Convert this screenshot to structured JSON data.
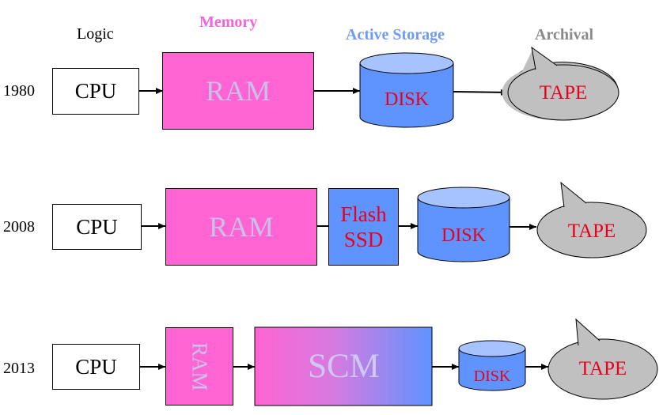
{
  "headers": {
    "logic": "Logic",
    "memory": "Memory",
    "active_storage": "Active Storage",
    "archival": "Archival"
  },
  "colors": {
    "memory_header": "#f464d8",
    "active_storage_header": "#6f9bf8",
    "archival_header": "#8a8a8a",
    "ram_fill": "#ff64d2",
    "storage_fill": "#5f94ff",
    "disk_top": "#a6c2ff",
    "tape_fill": "#c0c0c0",
    "label_red": "#e8001c"
  },
  "rows": [
    {
      "year": "1980",
      "cpu": "CPU",
      "ram": "RAM",
      "disk": "DISK",
      "tape": "TAPE"
    },
    {
      "year": "2008",
      "cpu": "CPU",
      "ram": "RAM",
      "flash": "Flash",
      "ssd": "SSD",
      "disk": "DISK",
      "tape": "TAPE"
    },
    {
      "year": "2013",
      "cpu": "CPU",
      "ram": "RAM",
      "scm": "SCM",
      "disk": "DISK",
      "tape": "TAPE"
    }
  ]
}
